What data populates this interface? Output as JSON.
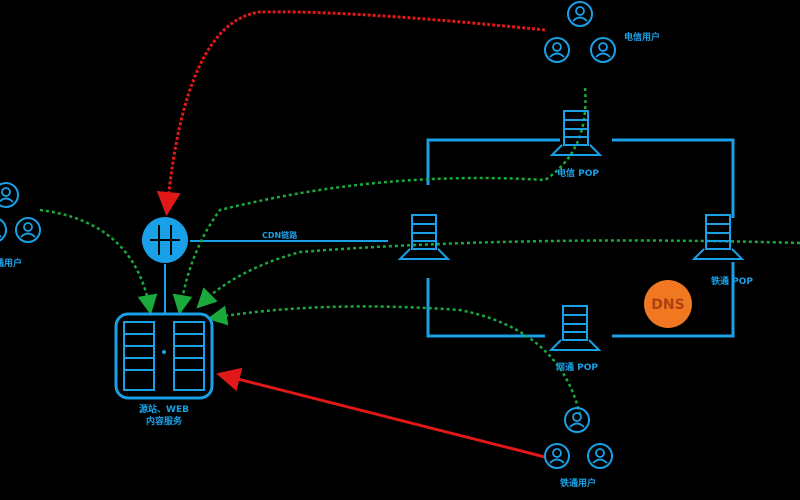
{
  "colors": {
    "background": "#000000",
    "network": "#1aa0e6",
    "user_path": "#1aaa3c",
    "redirect_path": "#e01818",
    "dns_badge": "#f07820"
  },
  "labels": {
    "top_users": "电信用户",
    "left_users": "网通用户",
    "bottom_users": "铁通用户",
    "pop_top": "电信 POP",
    "pop_bottom": "网通 POP",
    "pop_right": "铁通 POP",
    "link_label": "CDN链路",
    "origin_line1": "源站、WEB",
    "origin_line2": "内容服务"
  },
  "icons": {
    "router": "router-globe-icon",
    "server": "server-stack-icon",
    "user": "user-avatar-icon",
    "dns": "dns-badge-icon",
    "dns_text": "DNS"
  }
}
